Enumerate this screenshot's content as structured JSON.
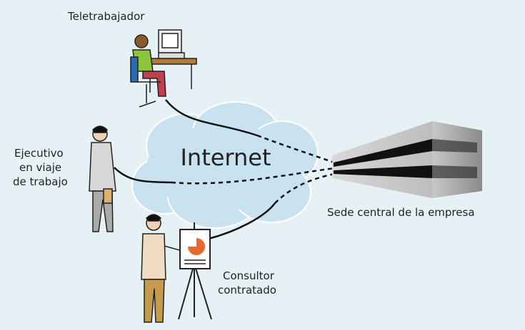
{
  "labels": {
    "teleworker": "Teletrabajador",
    "executive_line1": "Ejecutivo",
    "executive_line2": "en viaje",
    "executive_line3": "de trabajo",
    "internet": "Internet",
    "headquarters": "Sede central de la empresa",
    "consultant_line1": "Consultor",
    "consultant_line2": "contratado"
  },
  "colors": {
    "background": "#e6f1f5",
    "cloud": "#c9e2f0",
    "chart_accent": "#e8692a"
  }
}
